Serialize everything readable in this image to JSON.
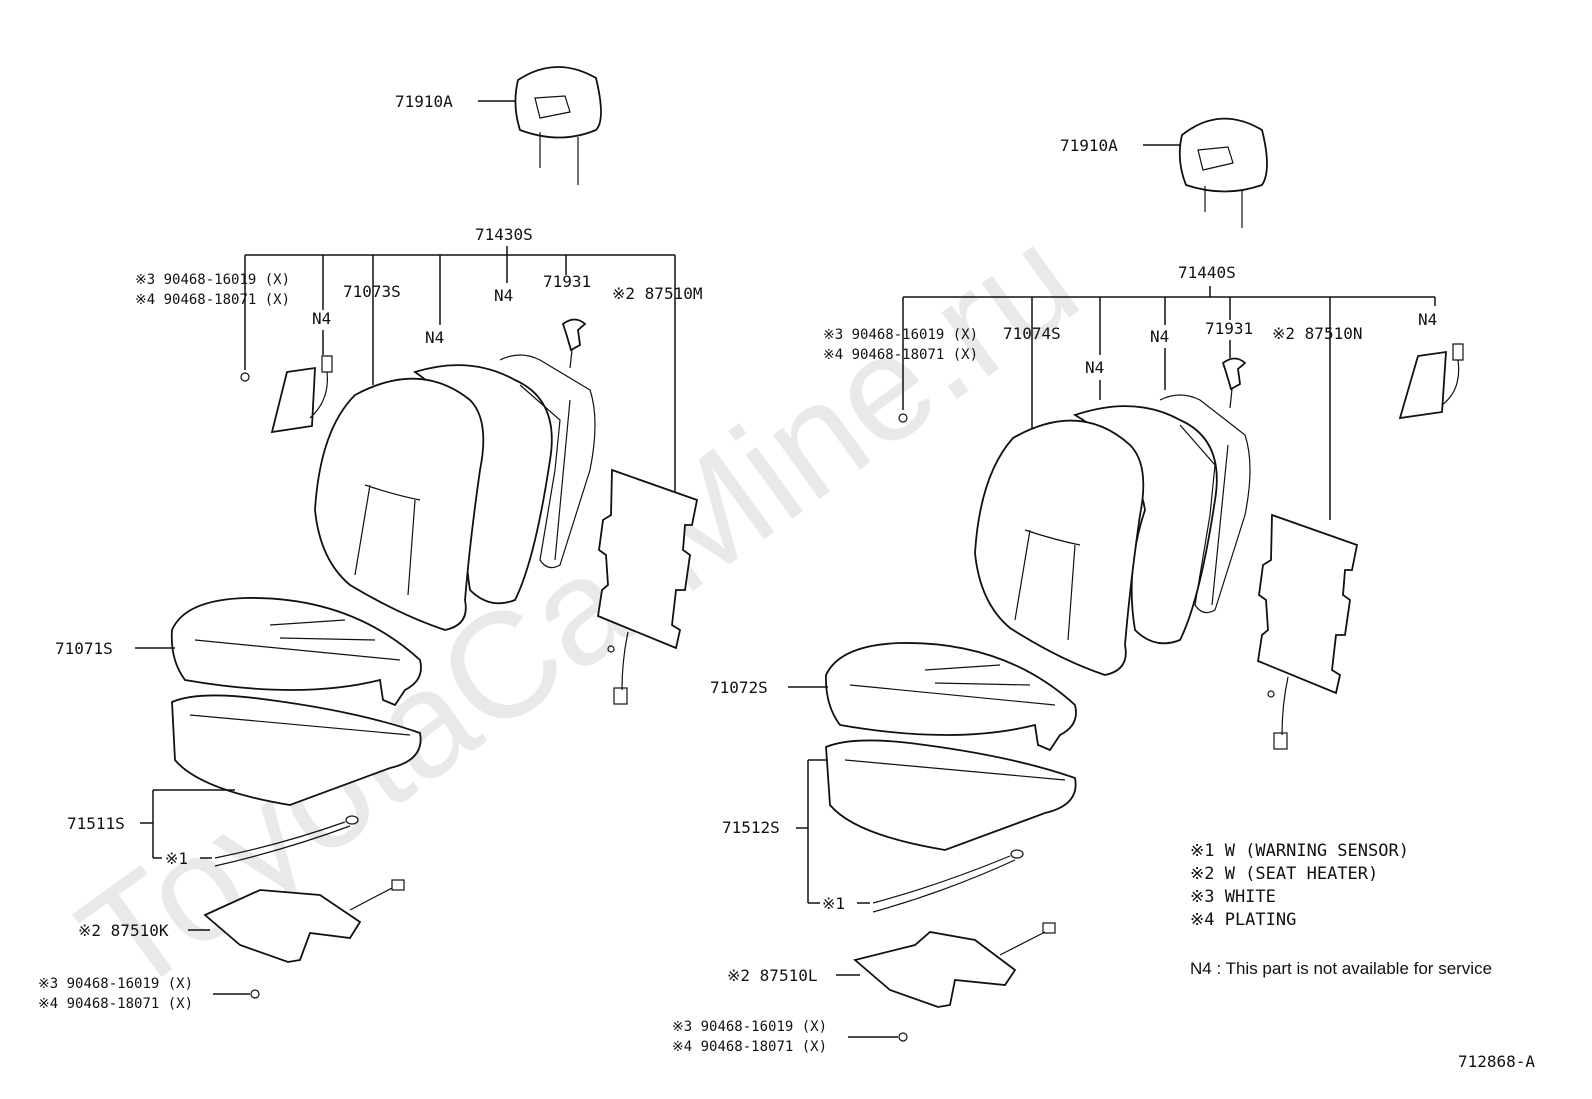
{
  "watermark": "ToyotaCarMine.ru",
  "figure_code": "712868-A",
  "left": {
    "headrest": "71910A",
    "back_assy": "71430S",
    "pillow_cover": "71073S",
    "n4_a": "N4",
    "n4_b": "N4",
    "n4_c": "N4",
    "lock_knob": "71931",
    "heater_back": "※2 87510M",
    "clip_a": "※3 90468-16019 (X)",
    "clip_b": "※4 90468-18071 (X)",
    "cushion_cover": "71071S",
    "cushion_assy": "71511S",
    "sensor": "※1",
    "heater_cushion": "※2 87510K",
    "clip_bottom_a": "※3 90468-16019 (X)",
    "clip_bottom_b": "※4 90468-18071 (X)"
  },
  "right": {
    "headrest": "71910A",
    "back_assy": "71440S",
    "pillow_cover": "71074S",
    "n4_a": "N4",
    "n4_b": "N4",
    "n4_c": "N4",
    "lock_knob": "71931",
    "heater_back": "※2 87510N",
    "clip_a": "※3 90468-16019 (X)",
    "clip_b": "※4 90468-18071 (X)",
    "cushion_cover": "71072S",
    "cushion_assy": "71512S",
    "sensor": "※1",
    "heater_cushion": "※2 87510L",
    "clip_bottom_a": "※3 90468-16019 (X)",
    "clip_bottom_b": "※4 90468-18071 (X)"
  },
  "legend": [
    "※1  W (WARNING  SENSOR)",
    "※2  W (SEAT  HEATER)",
    "※3  WHITE",
    "※4  PLATING"
  ],
  "note": "N4 :  This part is not available for service"
}
